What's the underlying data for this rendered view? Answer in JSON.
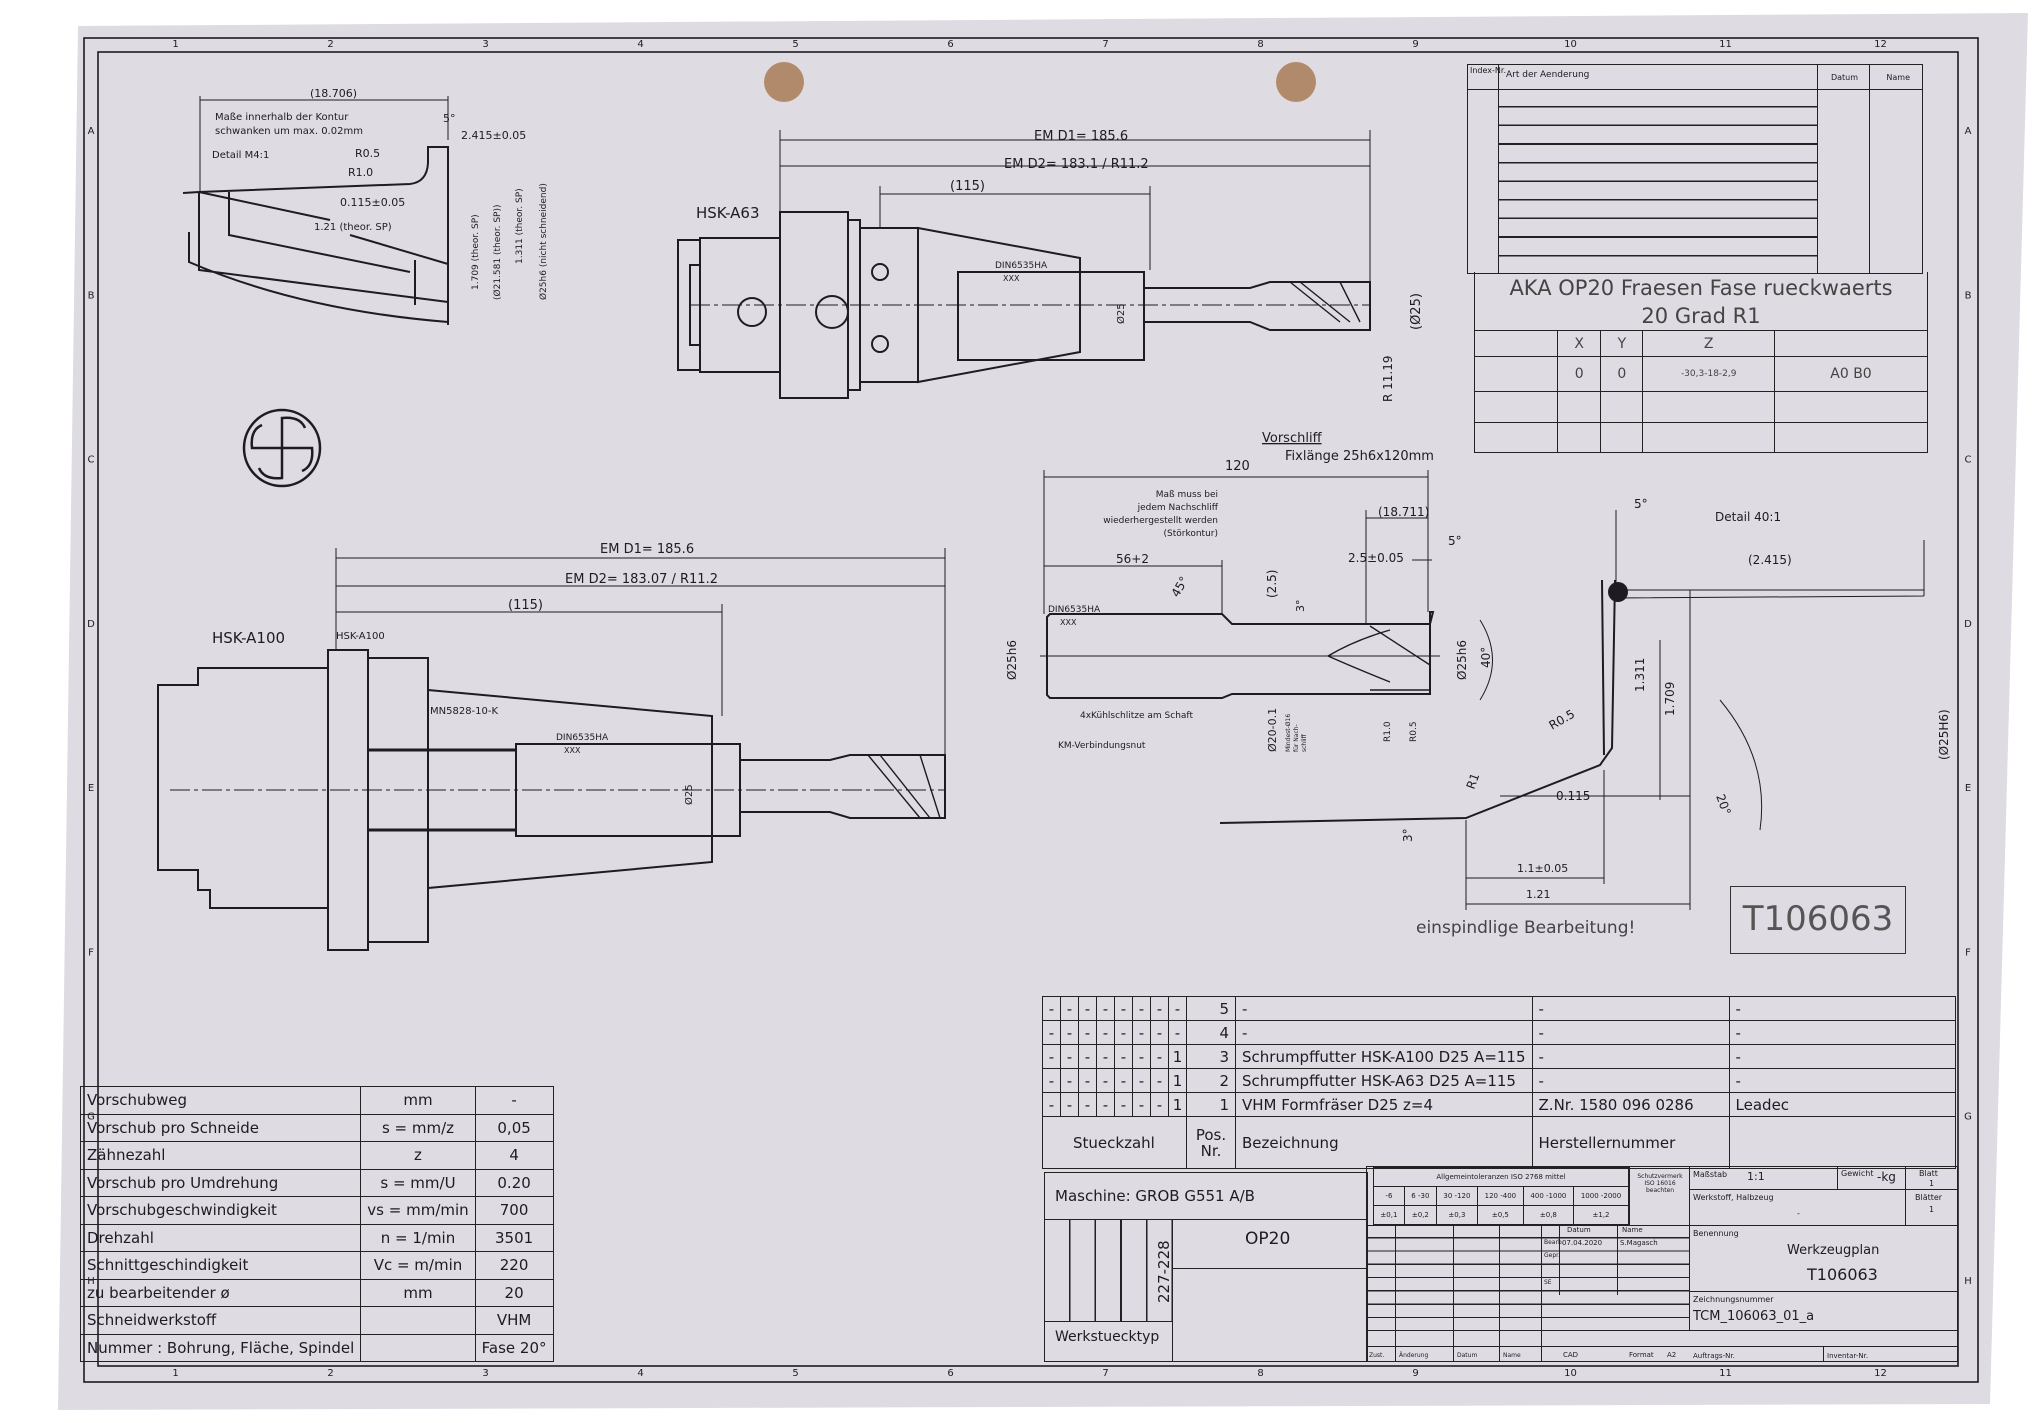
{
  "sheet": {
    "paper_color": "#dedbe3",
    "line_color": "#1c1c22",
    "columns": [
      "1",
      "2",
      "3",
      "4",
      "5",
      "6",
      "7",
      "8",
      "9",
      "10",
      "11",
      "12"
    ],
    "rows": [
      "A",
      "B",
      "C",
      "D",
      "E",
      "F",
      "G",
      "H"
    ]
  },
  "revision_block": {
    "index_header": "Index-Nr.",
    "change_header": "Art der Aenderung",
    "date_header": "Datum",
    "name_header": "Name"
  },
  "title": {
    "line1": "AKA OP20 Fraesen Fase rueckwaerts",
    "line2": "20 Grad R1"
  },
  "coordinates": {
    "headers": [
      "X",
      "Y",
      "Z"
    ],
    "values": [
      "0",
      "0",
      "-30,3-18-2,9"
    ],
    "rotation": "A0 B0"
  },
  "tool_number_box": "T106063",
  "machining_note": "einspindlige Bearbeitung!",
  "detail_m4": {
    "total": "(18.706)",
    "note_line1": "Maße innerhalb der Kontur",
    "note_line2": "schwanken um max. 0.02mm",
    "scale": "Detail M4:1",
    "angle": "5°",
    "dim_2415": "2.415±0.05",
    "r05": "R0.5",
    "r10": "R1.0",
    "dim_0115": "0.115±0.05",
    "dim_121": "1.21 (theor. SP)",
    "dim_1709": "1.709 (theor. SP)",
    "dim_21581": "(Ø21.581 (theor. SP))",
    "dim_1311": "1.311 (theor. SP)",
    "dim_25h6": "Ø25h6 (nicht schneidend)"
  },
  "hsk_a63": {
    "label": "HSK-A63",
    "em_d1": "EM D1= 185.6",
    "em_d2": "EM D2= 183.1 / R11.2",
    "length": "(115)",
    "din": "DIN6535HA",
    "xxx": "XXX",
    "dia": "Ø25",
    "dia_bracket": "(Ø25)",
    "radius": "R 11.19"
  },
  "hsk_a100": {
    "label": "HSK-A100",
    "tag": "HSK-A100",
    "em_d1": "EM D1= 185.6",
    "em_d2": "EM D2= 183.07 / R11.2",
    "length": "(115)",
    "part": "MN5828-10-K",
    "din": "DIN6535HA",
    "xxx": "XXX",
    "dia": "Ø25"
  },
  "vorschliff": {
    "title": "Vorschliff",
    "fixlength": "Fixlänge 25h6x120mm",
    "length": "120",
    "note1": "Maß muss bei",
    "note2": "jedem Nachschliff",
    "note3": "wiederhergestellt werden",
    "note4": "(Störkontur)",
    "dim_18711": "(18.711)",
    "dim_25": "2.5±0.05",
    "angle5": "5°",
    "dim_56": "56+2",
    "angle45": "45°",
    "dim_2_5": "(2.5)",
    "angle3": "3°",
    "din": "DIN6535HA",
    "xxx": "XXX",
    "dia_left": "Ø25h6",
    "dia_right": "Ø25h6",
    "angle40": "40°",
    "cooling": "4xKühlschlitze am Schaft",
    "groove": "KM-Verbindungsnut",
    "dia20": "Ø20-0.1",
    "min1": "Mindest-Ø16",
    "min2": "für Nach-",
    "min3": "schliff",
    "r10": "R1.0",
    "r05": "R0.5"
  },
  "detail_40": {
    "title": "Detail 40:1",
    "angle5": "5°",
    "dim_2415": "(2.415)",
    "r05": "R0.5",
    "r1": "R1",
    "dim_0115": "0.115",
    "dim_1311": "1.311",
    "dim_1709": "1.709",
    "dia": "(Ø25H6)",
    "angle20": "20°",
    "angle3": "3°",
    "dim_11": "1.1±0.05",
    "dim_121": "1.21"
  },
  "cutting_data": [
    {
      "label": "Vorschubweg",
      "unit": "mm",
      "value": "-"
    },
    {
      "label": "Vorschub pro Schneide",
      "unit": "s = mm/z",
      "value": "0,05"
    },
    {
      "label": "Zähnezahl",
      "unit": "z",
      "value": "4"
    },
    {
      "label": "Vorschub pro Umdrehung",
      "unit": "s = mm/U",
      "value": "0.20"
    },
    {
      "label": "Vorschubgeschwindigkeit",
      "unit": "vs = mm/min",
      "value": "700"
    },
    {
      "label": "Drehzahl",
      "unit": "n = 1/min",
      "value": "3501"
    },
    {
      "label": "Schnittgeschindigkeit",
      "unit": "Vc = m/min",
      "value": "220"
    },
    {
      "label": "zu bearbeitender ø",
      "unit": "mm",
      "value": "20"
    },
    {
      "label": "Schneidwerkstoff",
      "unit": "",
      "value": "VHM"
    },
    {
      "label": "Nummer : Bohrung, Fläche, Spindel",
      "unit": "",
      "value": "Fase 20°"
    }
  ],
  "parts_list": {
    "rows": [
      {
        "qty": [
          "-",
          "-",
          "-",
          "-",
          "-",
          "-",
          "-",
          "-"
        ],
        "pos": "5",
        "name": "-",
        "maker_no": "-",
        "maker": "-"
      },
      {
        "qty": [
          "-",
          "-",
          "-",
          "-",
          "-",
          "-",
          "-",
          "-"
        ],
        "pos": "4",
        "name": "-",
        "maker_no": "-",
        "maker": "-"
      },
      {
        "qty": [
          "-",
          "-",
          "-",
          "-",
          "-",
          "-",
          "-",
          "1"
        ],
        "pos": "3",
        "name": "Schrumpffutter HSK-A100 D25 A=115",
        "maker_no": "-",
        "maker": "-"
      },
      {
        "qty": [
          "-",
          "-",
          "-",
          "-",
          "-",
          "-",
          "-",
          "1"
        ],
        "pos": "2",
        "name": "Schrumpffutter HSK-A63 D25 A=115",
        "maker_no": "-",
        "maker": "-"
      },
      {
        "qty": [
          "-",
          "-",
          "-",
          "-",
          "-",
          "-",
          "-",
          "1"
        ],
        "pos": "1",
        "name": "VHM Formfräser D25 z=4",
        "maker_no": "Z.Nr. 1580 096 0286",
        "maker": "Leadec"
      }
    ],
    "headers": {
      "qty": "Stueckzahl",
      "pos": "Pos. Nr.",
      "name": "Bezeichnung",
      "maker_no": "Herstellernummer"
    }
  },
  "machine_block": {
    "machine": "Maschine: GROB G551 A/B",
    "workpiece_no": "227-228",
    "op": "OP20",
    "workpiece_type": "Werkstuecktyp"
  },
  "title_block": {
    "tolerance_title": "Allgemeintoleranzen ISO 2768 mittel",
    "tol_ranges": [
      "-6",
      "6 -30",
      "30 -120",
      "120 -400",
      "400 -1000",
      "1000 -2000"
    ],
    "tol_values": [
      "±0,1",
      "±0,2",
      "±0,3",
      "±0,5",
      "±0,8",
      "±1,2"
    ],
    "protection": "Schutzvermerk ISO 16016 beachten",
    "scale_label": "Maßstab",
    "scale": "1:1",
    "weight_label": "Gewicht",
    "weight": "-kg",
    "sheet_label": "Blatt",
    "sheet": "1",
    "sheets_label": "Blätter",
    "sheets": "1",
    "material_label": "Werkstoff, Halbzeug",
    "material": "-",
    "date_label": "Datum",
    "name_label": "Name",
    "edited_label": "Bearb.",
    "edited_date": "07.04.2020",
    "edited_name": "S.Magasch",
    "checked_label": "Gepr.",
    "se_label": "SE",
    "designation_label": "Benennung",
    "designation1": "Werkzeugplan",
    "designation2": "T106063",
    "drawing_no_label": "Zeichnungsnummer",
    "drawing_no": "TCM_106063_01_a",
    "status_label": "Zust.",
    "change_label": "Änderung",
    "change_date_label": "Datum",
    "change_name_label": "Name",
    "cad": "CAD",
    "format_label": "Format",
    "format": "A2",
    "order_label": "Auftrags-Nr.",
    "inventory_label": "Inventar-Nr."
  }
}
